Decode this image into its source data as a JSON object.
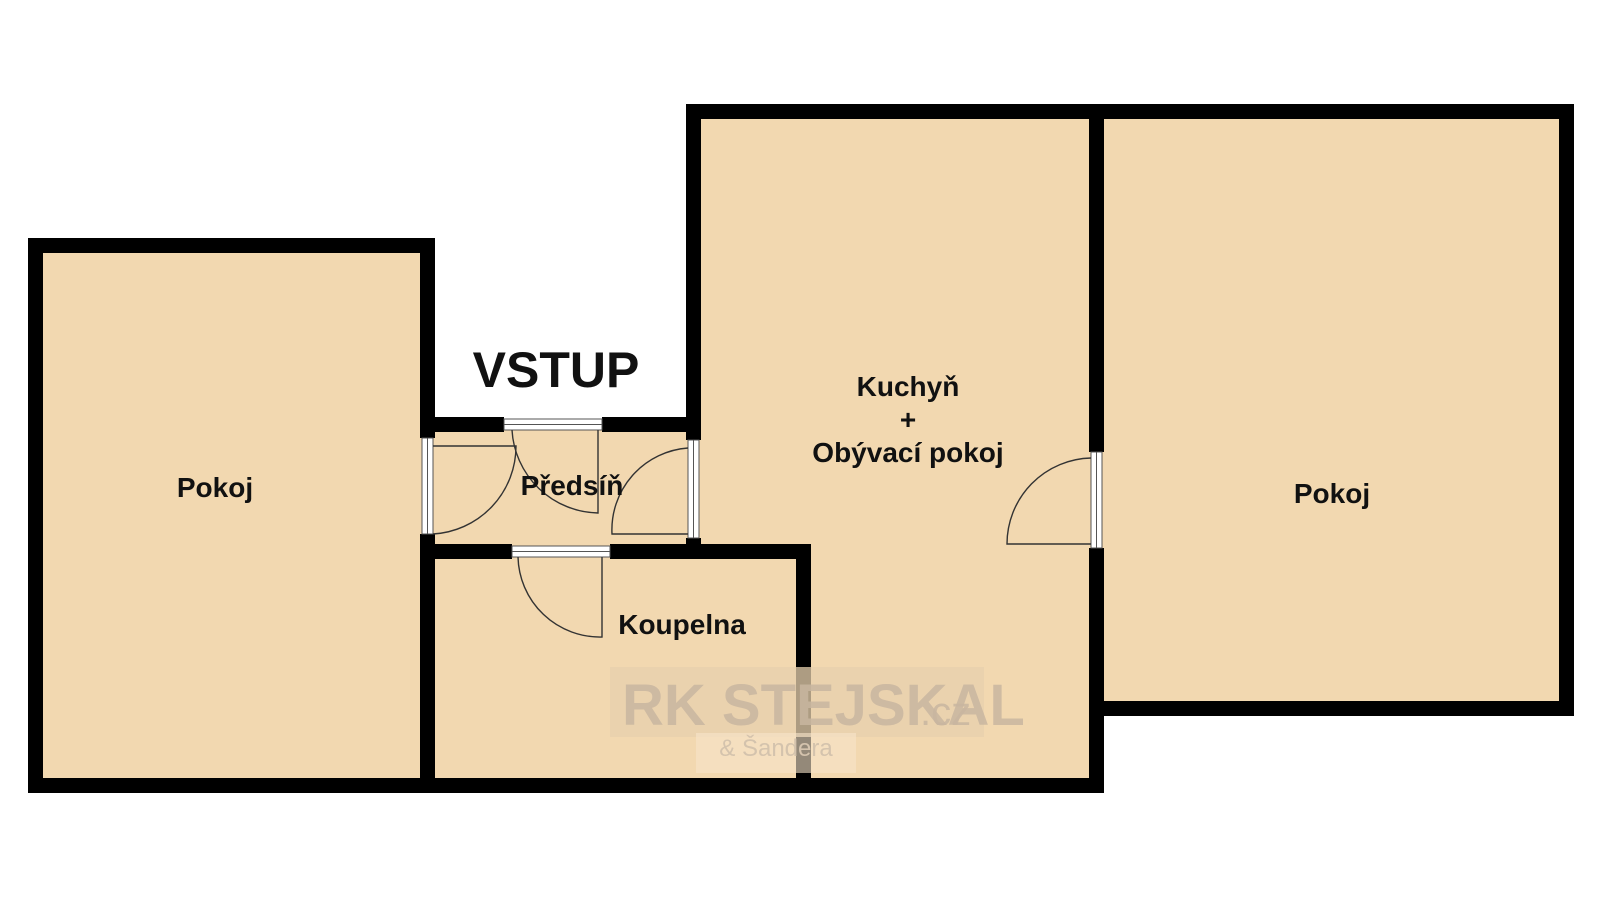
{
  "rooms": {
    "pokoj_left": "Pokoj",
    "predsin": "Předsíň",
    "kuchyn_line1": "Kuchyň",
    "kuchyn_line2": "+",
    "kuchyn_line3": "Obývací pokoj",
    "koupelna": "Koupelna",
    "pokoj_right": "Pokoj"
  },
  "entrance": {
    "label": "VSTUP"
  },
  "watermark": {
    "main": "RK STEJSKAL",
    "tld": ".cz",
    "sub": "& Šandera"
  },
  "colors": {
    "floor": "#f2d8b0",
    "wall": "#000000",
    "background": "#ffffff",
    "watermark": "#c9b6a0"
  }
}
